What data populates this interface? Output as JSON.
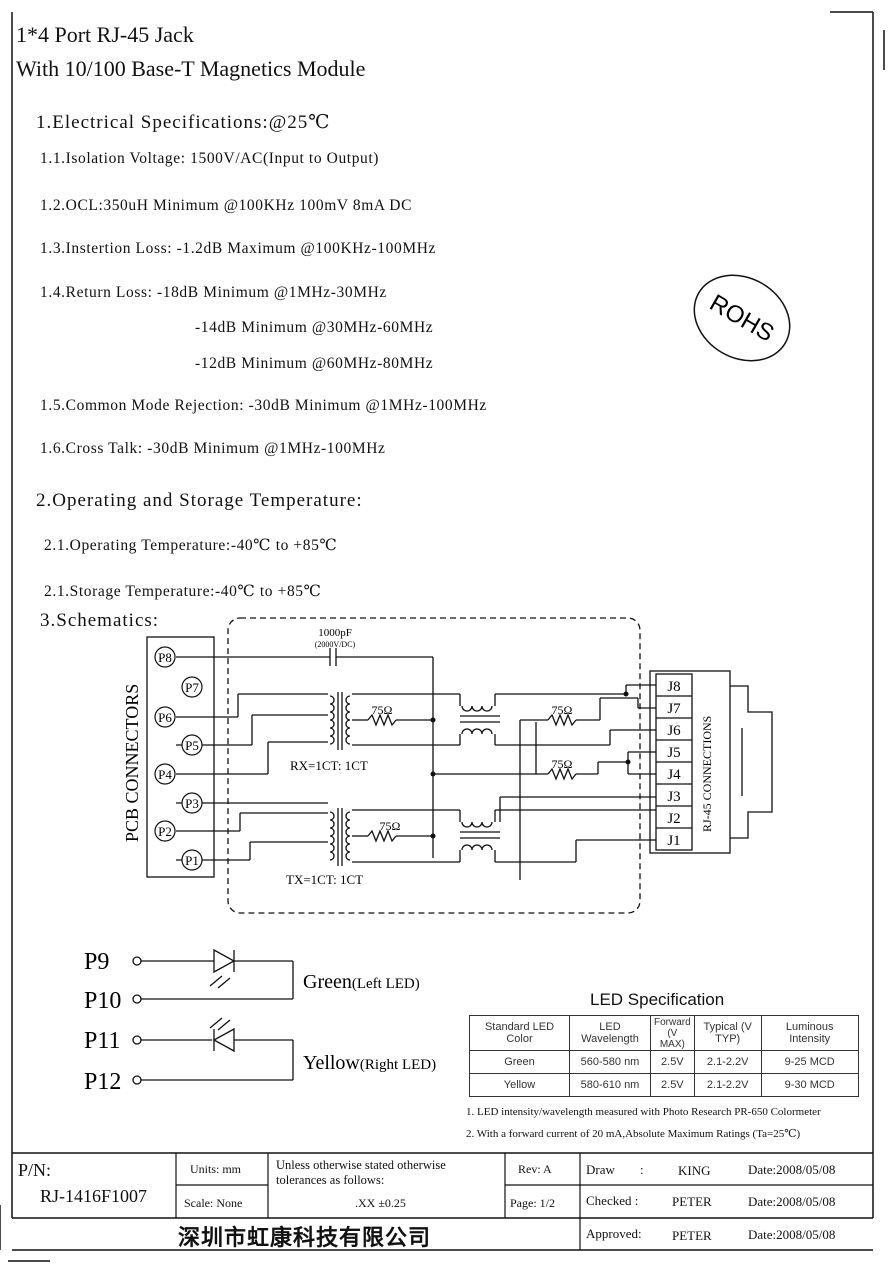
{
  "title": {
    "line1": "1*4 Port RJ-45   Jack",
    "line2": "With 10/100 Base-T Magnetics Module"
  },
  "electrical": {
    "heading": "1.Electrical Specifications:@25℃",
    "isolation": "1.1.Isolation Voltage: 1500V/AC(Input to Output)",
    "ocl": "1.2.OCL:350uH Minimum @100KHz 100mV 8mA DC",
    "insertion": "1.3.Instertion Loss: -1.2dB Maximum @100KHz-100MHz",
    "return_loss": [
      "1.4.Return Loss: -18dB Minimum @1MHz-30MHz",
      "-14dB Minimum @30MHz-60MHz",
      "-12dB Minimum @60MHz-80MHz"
    ],
    "common_mode": "1.5.Common Mode Rejection: -30dB Minimum @1MHz-100MHz",
    "cross_talk": "1.6.Cross Talk: -30dB Minimum @1MHz-100MHz"
  },
  "rohs": "ROHS",
  "temperature": {
    "heading": "2.Operating and Storage Temperature:",
    "operating": "2.1.Operating Temperature:-40℃ to +85℃",
    "storage": "2.1.Storage Temperature:-40℃ to +85℃"
  },
  "schematics": {
    "heading": "3.Schematics:",
    "pcb_label": "PCB CONNECTORS",
    "rj45_label": "RJ-45 CONNECTIONS",
    "pcb_pins": [
      "P8",
      "P7",
      "P6",
      "P5",
      "P4",
      "P3",
      "P2",
      "P1"
    ],
    "rj_pins": [
      "J8",
      "J7",
      "J6",
      "J5",
      "J4",
      "J3",
      "J2",
      "J1"
    ],
    "cap_value": "1000pF",
    "cap_rating": "(2000V/DC)",
    "resistor": "75Ω",
    "rx_label": "RX=1CT: 1CT",
    "tx_label": "TX=1CT: 1CT"
  },
  "leds": {
    "pins": [
      "P9",
      "P10",
      "P11",
      "P12"
    ],
    "green_main": "Green",
    "green_sub": "(Left LED)",
    "yellow_main": "Yellow",
    "yellow_sub": "(Right LED)"
  },
  "led_spec": {
    "title": "LED Specification",
    "headers": [
      "Standard LED Color",
      "LED Wavelength",
      "Forward (V MAX)",
      "Typical (V TYP)",
      "Luminous Intensity"
    ],
    "rows": [
      [
        "Green",
        "560-580 nm",
        "2.5V",
        "2.1-2.2V",
        "9-25 MCD"
      ],
      [
        "Yellow",
        "580-610 nm",
        "2.5V",
        "2.1-2.2V",
        "9-30 MCD"
      ]
    ],
    "notes": [
      "1. LED intensity/wavelength measured with Photo Research PR-650 Colormeter",
      "2. With a forward current of 20 mA,Absolute Maximum Ratings (Ta=25℃)"
    ]
  },
  "title_block": {
    "pn_label": "P/N:",
    "pn_value": "RJ-1416F1007",
    "units": "Units: mm",
    "scale": "Scale: None",
    "tolerance_text": "Unless otherwise stated otherwise tolerances as follows:",
    "tolerance_value": ".XX ±0.25",
    "rev": "Rev: A",
    "page": "Page: 1/2",
    "draw_label": "Draw",
    "draw_name": "KING",
    "draw_date": "Date:2008/05/08",
    "checked_label": "Checked :",
    "checked_name": "PETER",
    "checked_date": "Date:2008/05/08",
    "approved_label": "Approved:",
    "approved_name": "PETER",
    "approved_date": "Date:2008/05/08",
    "company": "深圳市虹康科技有限公司",
    "colon": ":"
  }
}
